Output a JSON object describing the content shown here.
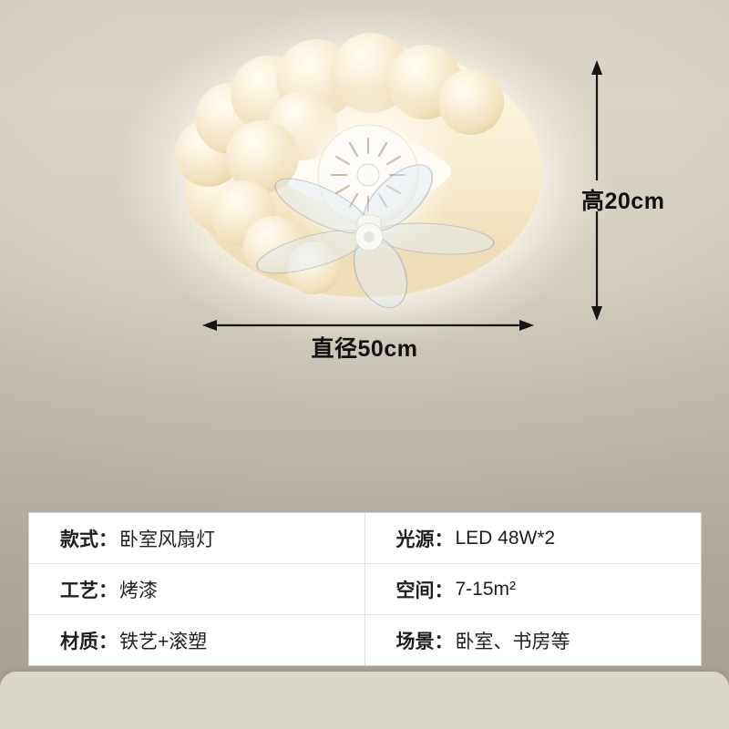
{
  "annotations": {
    "height_label": "高20cm",
    "diameter_label": "直径50cm"
  },
  "spec_table": {
    "rows": [
      {
        "label": "款式：",
        "value": "卧室风扇灯"
      },
      {
        "label": "工艺：",
        "value": "烤漆"
      },
      {
        "label": "材质：",
        "value": "铁艺+滚塑"
      },
      {
        "label": "光源：",
        "value": "LED 48W*2"
      },
      {
        "label": "空间：",
        "value": "7-15m²"
      },
      {
        "label": "场景：",
        "value": "卧室、书房等"
      }
    ]
  },
  "colors": {
    "accent_black": "#141414",
    "lamp_cream": "#f6ecd0",
    "table_background": "#ffffff",
    "table_border": "#d8d8d8",
    "background_top": "#dcd6ca",
    "background_bottom": "#b0a89c",
    "bottom_panel": "#dbd6cc"
  }
}
